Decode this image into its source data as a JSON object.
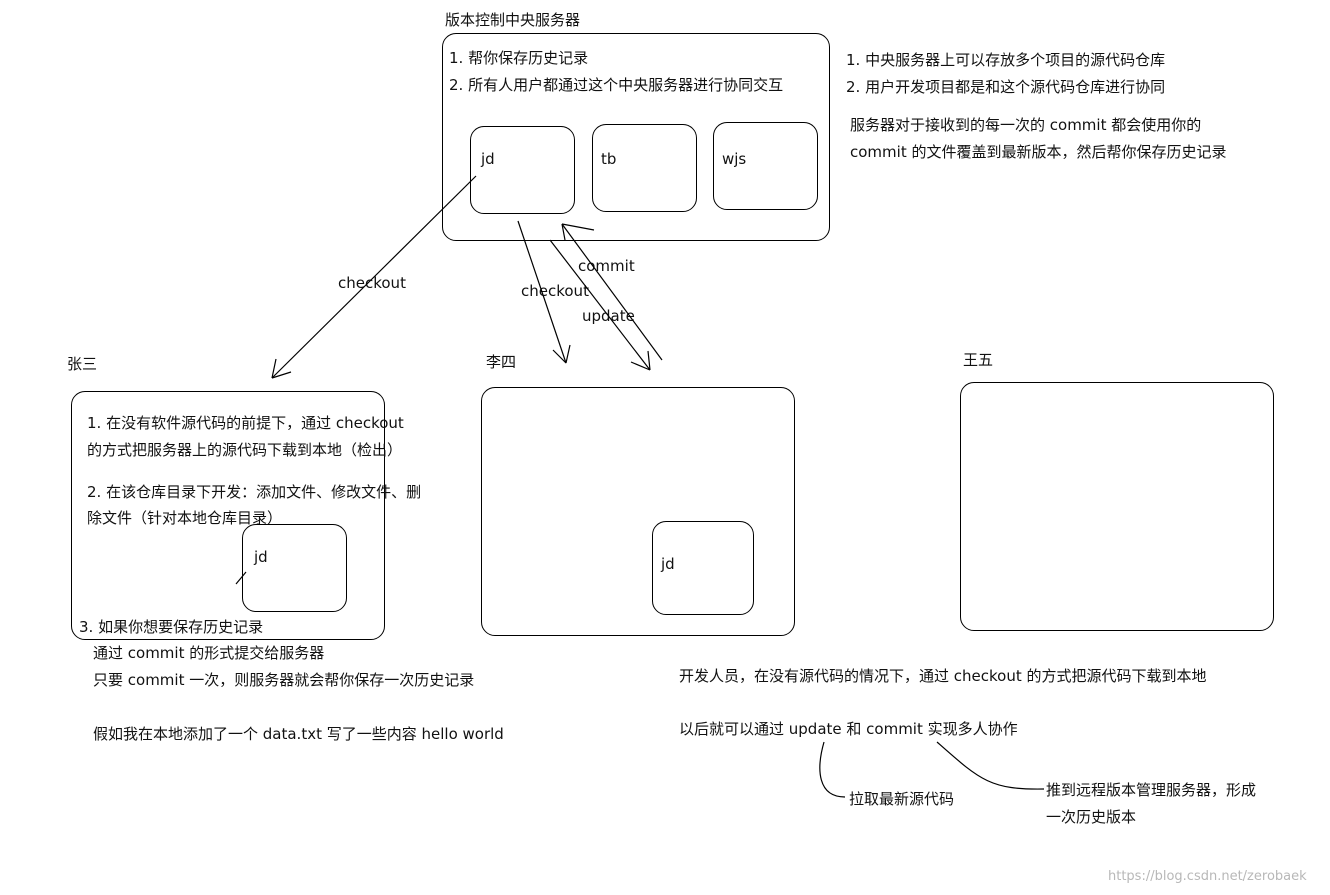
{
  "server": {
    "title": "版本控制中央服务器",
    "points": [
      "1. 帮你保存历史记录",
      "2. 所有人用户都通过这个中央服务器进行协同交互"
    ],
    "repos": [
      "jd",
      "tb",
      "wjs"
    ]
  },
  "server_notes": {
    "lines": [
      "1. 中央服务器上可以存放多个项目的源代码仓库",
      "2. 用户开发项目都是和这个源代码仓库进行协同",
      "服务器对于接收到的每一次的 commit 都会使用你的",
      "commit 的文件覆盖到最新版本，然后帮你保存历史记录"
    ]
  },
  "arrow_labels": {
    "checkout_left": "checkout",
    "checkout_mid": "checkout",
    "commit": "commit",
    "update": "update"
  },
  "users": [
    {
      "name": "张三",
      "repo": "jd"
    },
    {
      "name": "李四",
      "repo": "jd"
    },
    {
      "name": "王五"
    }
  ],
  "zhangsan_notes": {
    "lines": [
      "1. 在没有软件源代码的前提下，通过 checkout",
      "的方式把服务器上的源代码下载到本地（检出）",
      "2. 在该仓库目录下开发：添加文件、修改文件、删",
      "除文件（针对本地仓库目录）",
      "3. 如果你想要保存历史记录",
      "通过 commit 的形式提交给服务器",
      "只要 commit 一次，则服务器就会帮你保存一次历史记录",
      "假如我在本地添加了一个 data.txt 写了一些内容 hello world"
    ]
  },
  "dev_notes": {
    "lines": [
      "开发人员，在没有源代码的情况下，通过 checkout 的方式把源代码下载到本地",
      "以后就可以通过 update 和 commit 实现多人协作"
    ],
    "update_note": "拉取最新源代码",
    "commit_note": [
      "推到远程版本管理服务器，形成",
      "一次历史版本"
    ]
  },
  "watermark": "https://blog.csdn.net/zerobaek"
}
